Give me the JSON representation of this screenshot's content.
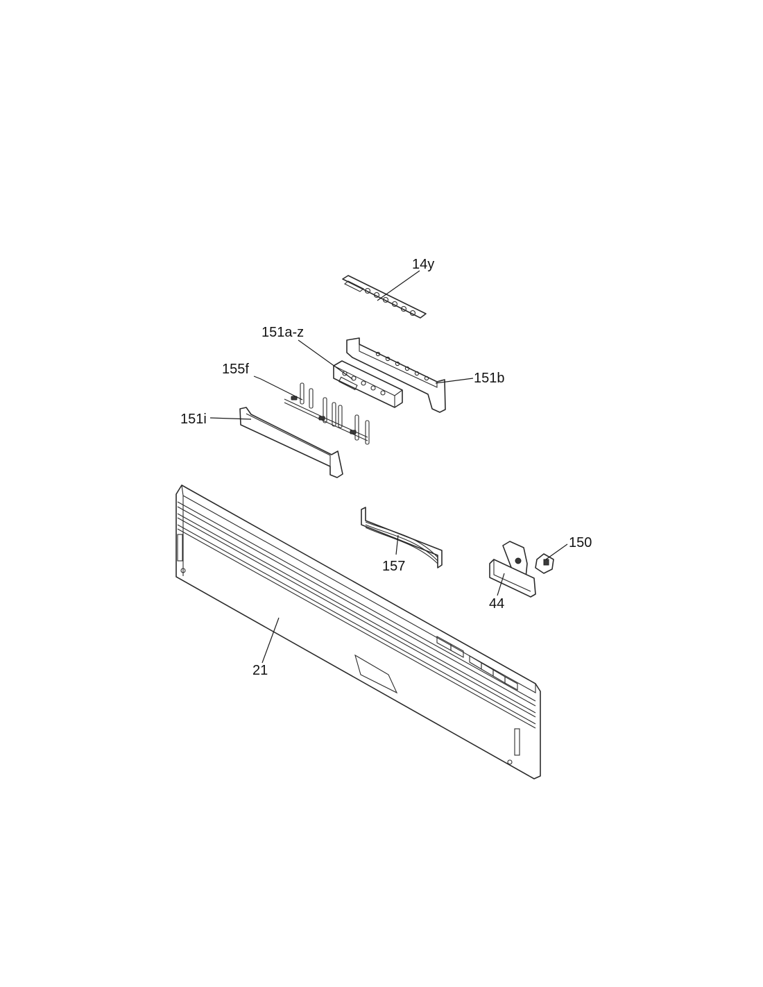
{
  "callouts": {
    "c_14y": "14y",
    "c_151az": "151a-z",
    "c_155f": "155f",
    "c_151b": "151b",
    "c_151i": "151i",
    "c_157": "157",
    "c_150": "150",
    "c_44": "44",
    "c_21": "21"
  }
}
